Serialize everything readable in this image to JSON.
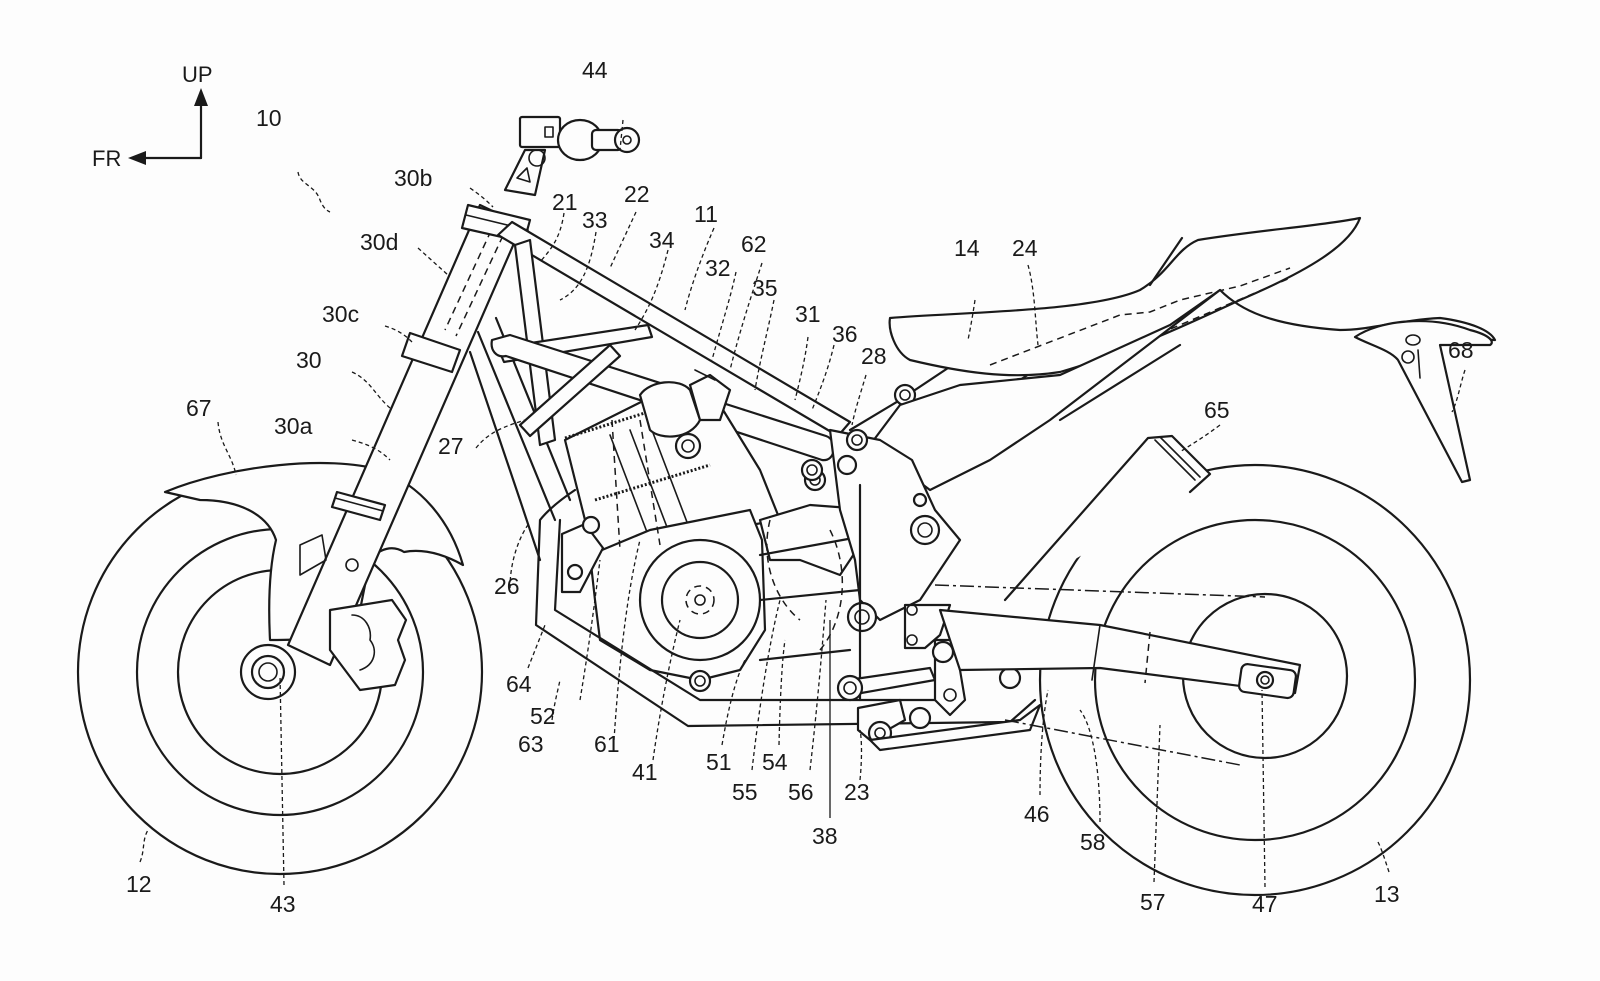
{
  "figure": {
    "type": "patent-drawing",
    "subject": "motorcycle side view"
  },
  "orientation": {
    "up_label": "UP",
    "front_label": "FR"
  },
  "reference_numerals": {
    "n10": "10",
    "n11": "11",
    "n12": "12",
    "n13": "13",
    "n14": "14",
    "n21": "21",
    "n22": "22",
    "n23": "23",
    "n24": "24",
    "n26": "26",
    "n27": "27",
    "n28": "28",
    "n30": "30",
    "n30a": "30a",
    "n30b": "30b",
    "n30c": "30c",
    "n30d": "30d",
    "n31": "31",
    "n32": "32",
    "n33": "33",
    "n34": "34",
    "n35": "35",
    "n36": "36",
    "n38": "38",
    "n41": "41",
    "n43": "43",
    "n44": "44",
    "n46": "46",
    "n47": "47",
    "n51": "51",
    "n52": "52",
    "n54": "54",
    "n55": "55",
    "n56": "56",
    "n57": "57",
    "n58": "58",
    "n61": "61",
    "n62": "62",
    "n63": "63",
    "n64": "64",
    "n65": "65",
    "n67": "67",
    "n68": "68"
  }
}
